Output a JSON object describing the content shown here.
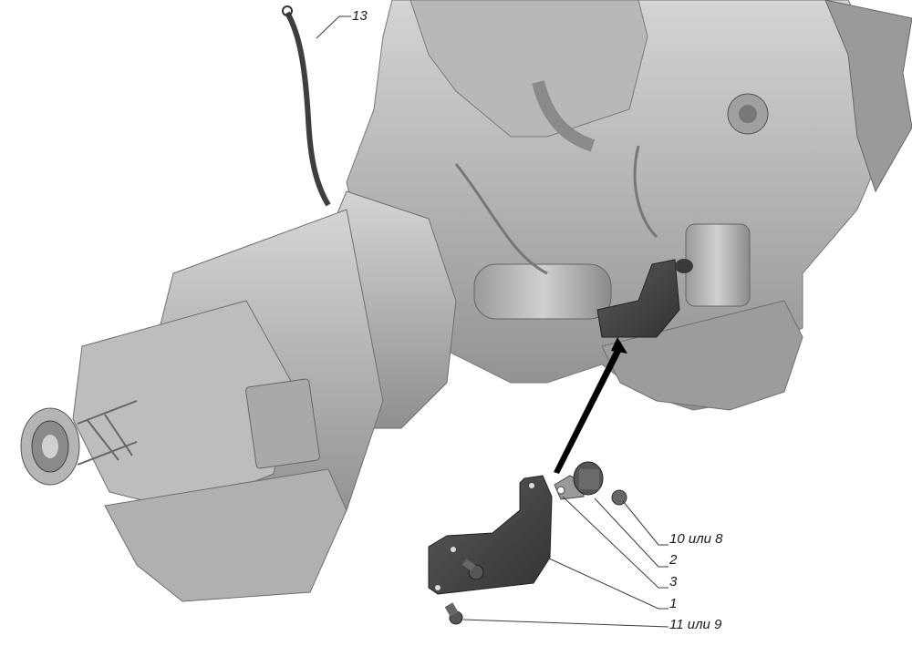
{
  "diagram": {
    "type": "exploded-assembly-view",
    "subject": "engine and transmission assembly with bracket mounting detail",
    "colors": {
      "background": "#ffffff",
      "body_light": "#c8c8c8",
      "body_mid": "#a9a9a9",
      "body_dark": "#6e6e6e",
      "bracket": "#4a4a4a",
      "leader_line": "#3a3a3a",
      "arrow": "#000000"
    },
    "callouts": [
      {
        "id": "c13",
        "label": "13"
      },
      {
        "id": "c10",
        "label": "10 или 8"
      },
      {
        "id": "c2",
        "label": "2"
      },
      {
        "id": "c3",
        "label": "3"
      },
      {
        "id": "c1",
        "label": "1"
      },
      {
        "id": "c11",
        "label": "11 или 9"
      }
    ]
  }
}
